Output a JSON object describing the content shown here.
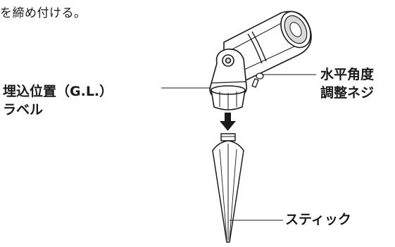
{
  "caption": "を締め付ける。",
  "labels": {
    "gl_line1": "埋込位置（G.L.）",
    "gl_line2": "ラベル",
    "angle_line1": "水平角度",
    "angle_line2": "調整ネジ",
    "stick": "スティック"
  },
  "icons": {
    "spotlight": "spotlight-icon",
    "arrow": "arrow-down-icon",
    "stake": "ground-stake-icon"
  },
  "colors": {
    "line": "#1a1a1a",
    "fill": "#ffffff",
    "shade": "#d9d9d9"
  }
}
